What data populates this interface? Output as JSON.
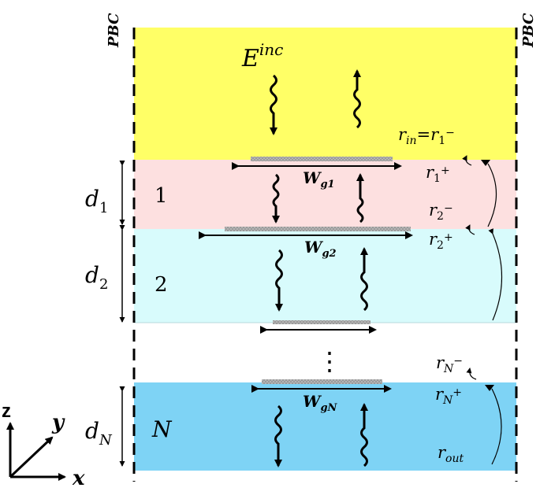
{
  "labels": {
    "pbc_left": "PBC",
    "pbc_right": "PBC",
    "incident": "E",
    "incident_sup": "inc",
    "layer1": "1",
    "layer2": "2",
    "layerN": "N",
    "dots_vertical": "⋮",
    "d1": "d",
    "d1_sub": "1",
    "d2": "d",
    "d2_sub": "2",
    "dN": "d",
    "dN_sub": "N",
    "wg1": "W",
    "wg1_sub": "g1",
    "wg2": "W",
    "wg2_sub": "g2",
    "wgN": "W",
    "wgN_sub": "gN",
    "r_in": "r",
    "r_in_sub": "in",
    "r_in_eq": "=r",
    "r_in_eq_sub": "1",
    "r_in_eq_sup": "−",
    "r1p": "r",
    "r1p_sub": "1",
    "r1p_sup": "+",
    "r2m": "r",
    "r2m_sub": "2",
    "r2m_sup": "−",
    "r2p": "r",
    "r2p_sub": "2",
    "r2p_sup": "+",
    "rNm": "r",
    "rNm_sub": "N",
    "rNm_sup": "−",
    "rNp": "r",
    "rNp_sub": "N",
    "rNp_sup": "+",
    "rout": "r",
    "rout_sub": "out",
    "axis_z": "z",
    "axis_y": "y",
    "axis_x": "x"
  },
  "colors": {
    "incident_region": "#ffff66",
    "layer1": "#fde0e0",
    "layer2": "#d8fbfc",
    "layerN": "#7ed3f5",
    "grating": "#a8a8a8",
    "ink": "#000000"
  }
}
